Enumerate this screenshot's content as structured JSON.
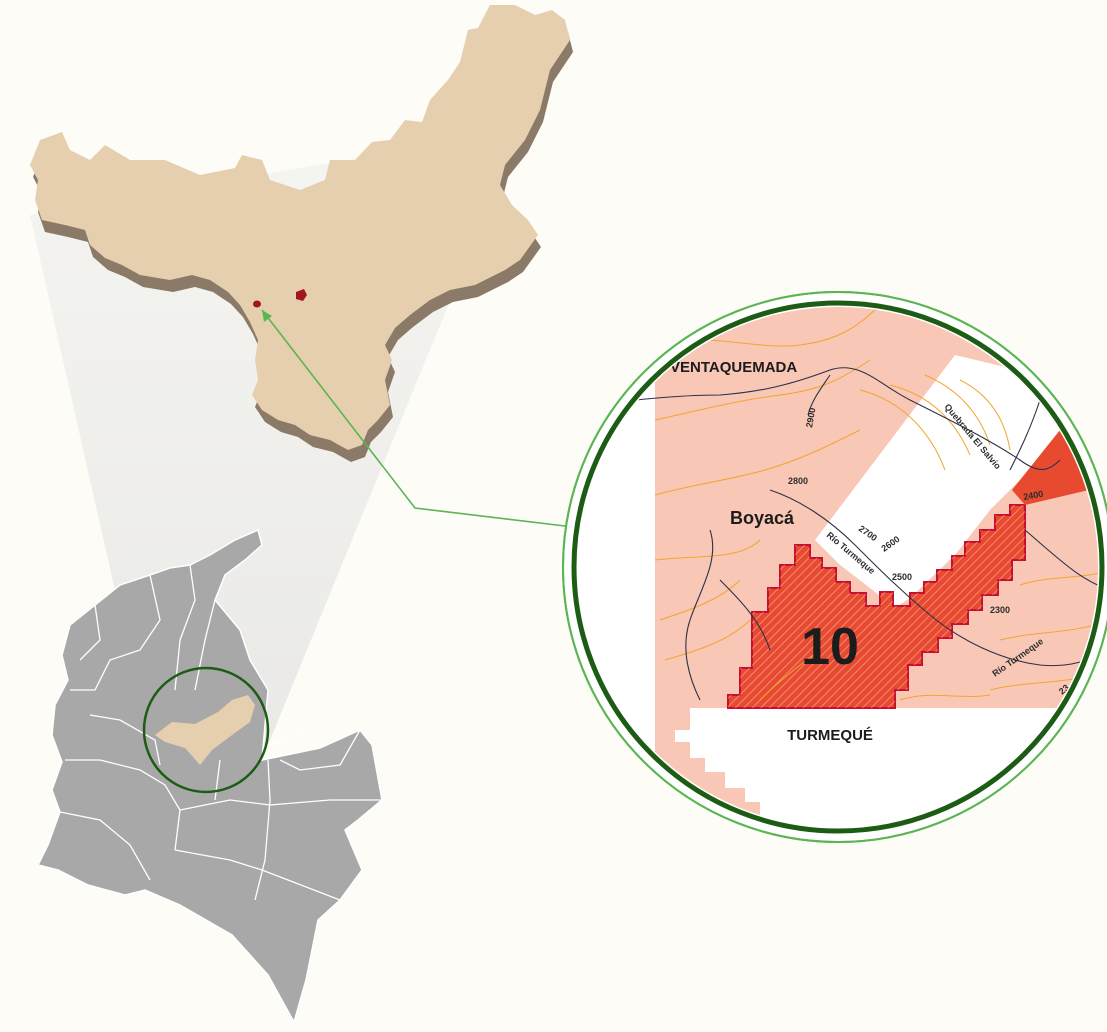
{
  "inset": {
    "towns": {
      "north": "VENTAQUEMADA",
      "south": "TURMEQUÉ"
    },
    "department": "Boyacá",
    "zone_number": "10",
    "rivers": {
      "main": "Río Turmeque",
      "lower": "Río Turmeque",
      "stream": "Quebrada El Salvio"
    },
    "contours": [
      "2900",
      "2800",
      "2700",
      "2600",
      "2500",
      "2400",
      "2300",
      "23"
    ]
  },
  "colors": {
    "boyaca_fill": "#e6cfae",
    "country_fill": "#a8a8a8",
    "zone_fill": "#e84a30",
    "zone_border": "#c8102e",
    "buffer_fill": "#f8c7b5",
    "circle_dark": "#1d5c14",
    "circle_light": "#5ab552",
    "leader_line": "#5ab552",
    "contour_color": "#f0a630",
    "river_color": "#2d3147"
  }
}
